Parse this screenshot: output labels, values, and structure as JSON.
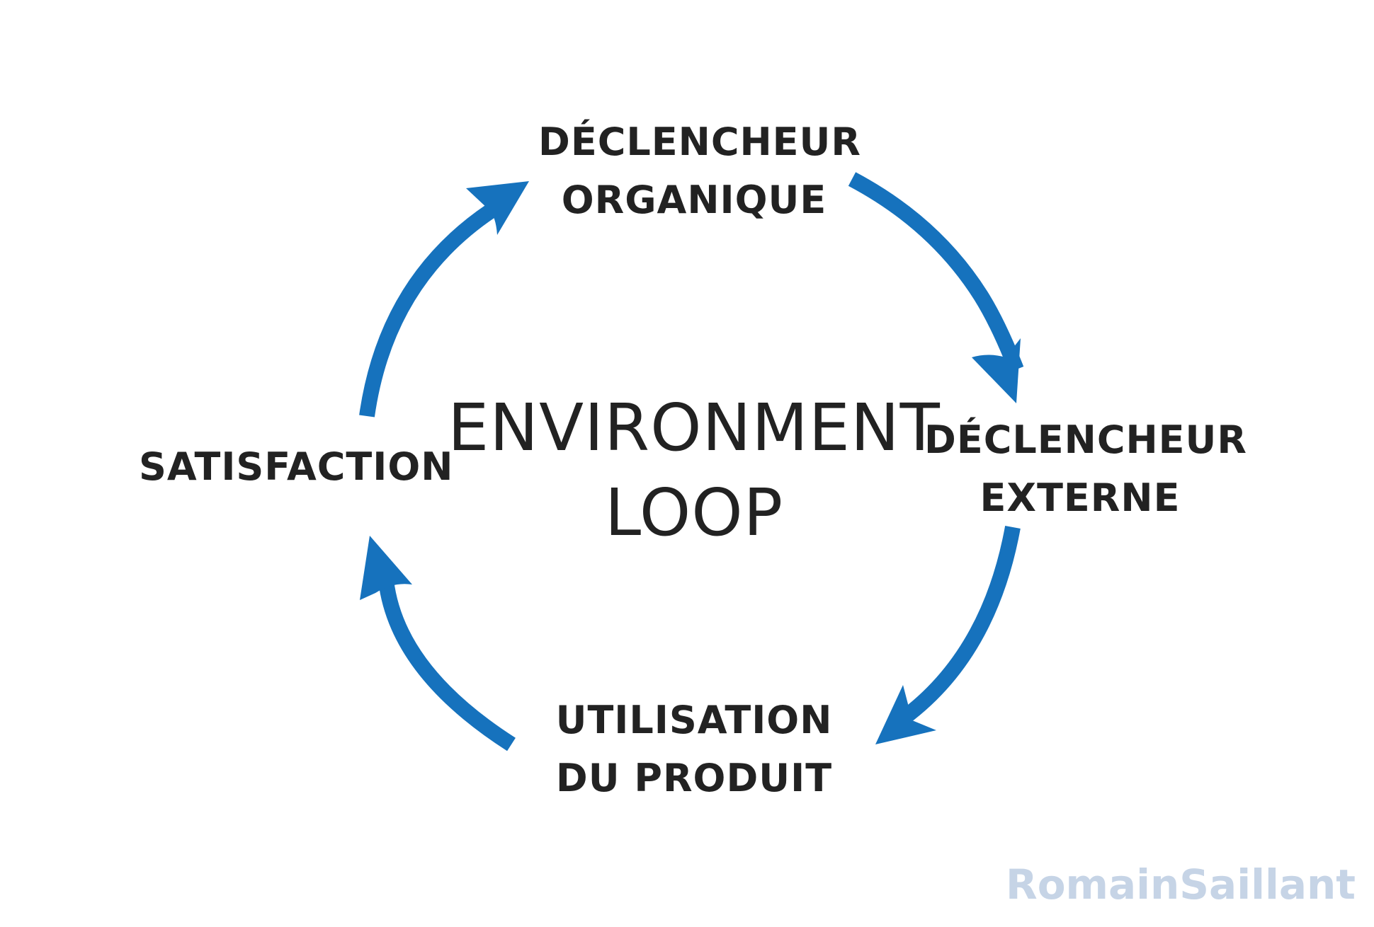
{
  "diagram": {
    "title": [
      "ENVIRONMENT",
      "LOOP"
    ],
    "nodes": {
      "top": [
        "DÉCLENCHEUR",
        "ORGANIQUE"
      ],
      "right": [
        "DÉCLENCHEUR",
        "EXTERNE"
      ],
      "bottom": [
        "UTILISATION",
        "DU PRODUIT"
      ],
      "left": [
        "SATISFACTION"
      ]
    },
    "watermark": "RomainSaillant"
  },
  "colors": {
    "arrow": "#1672bd",
    "text": "#222222",
    "watermark": "#c6d4e6"
  }
}
